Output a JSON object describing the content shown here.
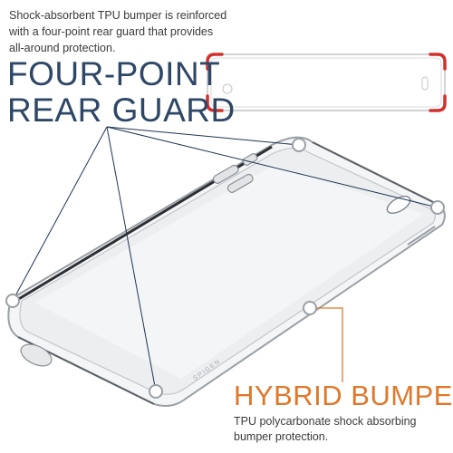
{
  "top_callout": {
    "lines": [
      "Shock-absorbent TPU bumper is reinforced",
      "with a four-point rear guard that provides",
      "all-around protection."
    ],
    "headline_lines": [
      "FOUR-POINT",
      "REAR GUARD"
    ]
  },
  "bottom_callout": {
    "headline": "HYBRID BUMPER",
    "lines": [
      "TPU polycarbonate shock absorbing",
      "bumper protection."
    ]
  },
  "colors": {
    "headline_blue": "#2e4766",
    "headline_orange": "#e0782b",
    "guard_red": "#d0312d",
    "leader_line": "#1f3553"
  }
}
